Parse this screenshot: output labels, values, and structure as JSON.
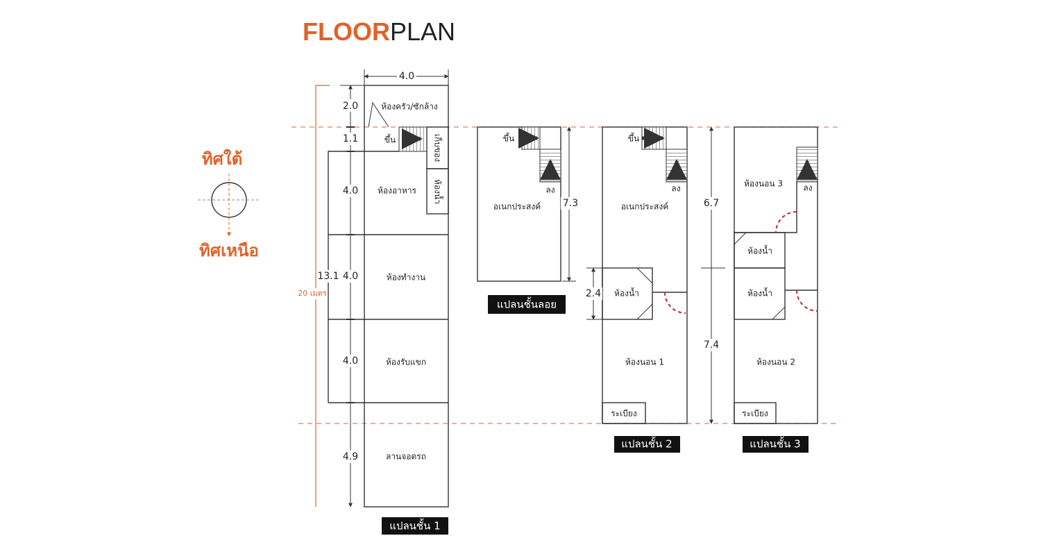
{
  "title": {
    "part1": "FLOOR",
    "part2": "PLAN"
  },
  "colors": {
    "accent": "#e0622a",
    "line": "#333333",
    "door": "#b03030"
  },
  "compass": {
    "south": "ทิศใต้",
    "north": "ทิศเหนือ"
  },
  "total_length": "20 เมตร",
  "floor1": {
    "label": "แปลนชั้น 1",
    "width": "4.0",
    "dims": [
      "2.0",
      "1.1",
      "4.0",
      "4.0",
      "4.0",
      "4.9"
    ],
    "inner_length": "13.1",
    "rooms": {
      "kitchen": "ห้องครัว/ซักล้าง",
      "up": "ขึ้น",
      "storage": "เก็บของ",
      "dining": "ห้องอาหาร",
      "bathroom": "ห้องน้ำ",
      "office": "ห้องทำงาน",
      "living": "ห้องรับแขก",
      "parking": "ลานจอดรถ"
    }
  },
  "mezzanine": {
    "label": "แปลนชั้นลอย",
    "dim": "7.3",
    "rooms": {
      "up": "ขึ้น",
      "down": "ลง",
      "multi": "อเนกประสงค์"
    }
  },
  "floor2": {
    "label": "แปลนชั้น 2",
    "dim": "2.4",
    "rooms": {
      "up": "ขึ้น",
      "down": "ลง",
      "multi": "อเนกประสงค์",
      "bathroom": "ห้องน้ำ",
      "bedroom": "ห้องนอน 1",
      "balcony": "ระเบียง"
    }
  },
  "floor3": {
    "label": "แปลนชั้น 3",
    "dims": [
      "6.7",
      "7.4"
    ],
    "rooms": {
      "down": "ลง",
      "bedroom3": "ห้องนอน 3",
      "bathroom_a": "ห้องน้ำ",
      "bathroom_b": "ห้องน้ำ",
      "bedroom2": "ห้องนอน 2",
      "balcony": "ระเบียง"
    }
  }
}
